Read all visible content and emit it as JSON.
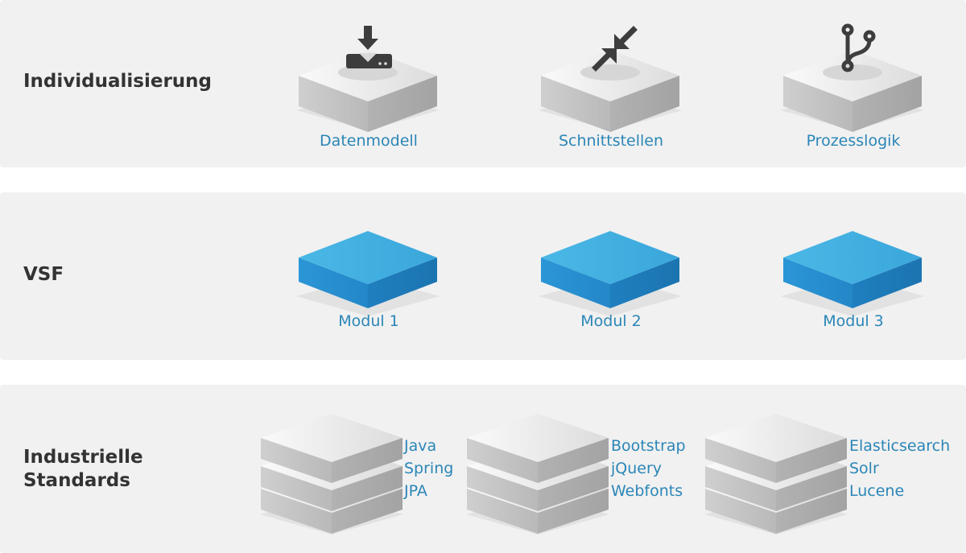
{
  "rows": [
    {
      "title": "Individualisierung",
      "items": [
        {
          "label": "Datenmodell",
          "icon": "download-drive-icon"
        },
        {
          "label": "Schnittstellen",
          "icon": "compress-arrows-icon"
        },
        {
          "label": "Prozesslogik",
          "icon": "git-branch-icon"
        }
      ]
    },
    {
      "title": "VSF",
      "items": [
        {
          "label": "Modul 1"
        },
        {
          "label": "Modul 2"
        },
        {
          "label": "Modul 3"
        }
      ]
    },
    {
      "title_line1": "Industrielle",
      "title_line2": "Standards",
      "stacks": [
        {
          "lines": [
            "Java",
            "Spring",
            "JPA"
          ]
        },
        {
          "lines": [
            "Bootstrap",
            "jQuery",
            "Webfonts"
          ]
        },
        {
          "lines": [
            "Elasticsearch",
            "Solr",
            "Lucene"
          ]
        }
      ]
    }
  ],
  "colors": {
    "panel_bg": "#f1f1f1",
    "label_blue": "#2b86b7",
    "module_blue": "#2a98d8",
    "icon_dark": "#3d3d3d"
  }
}
